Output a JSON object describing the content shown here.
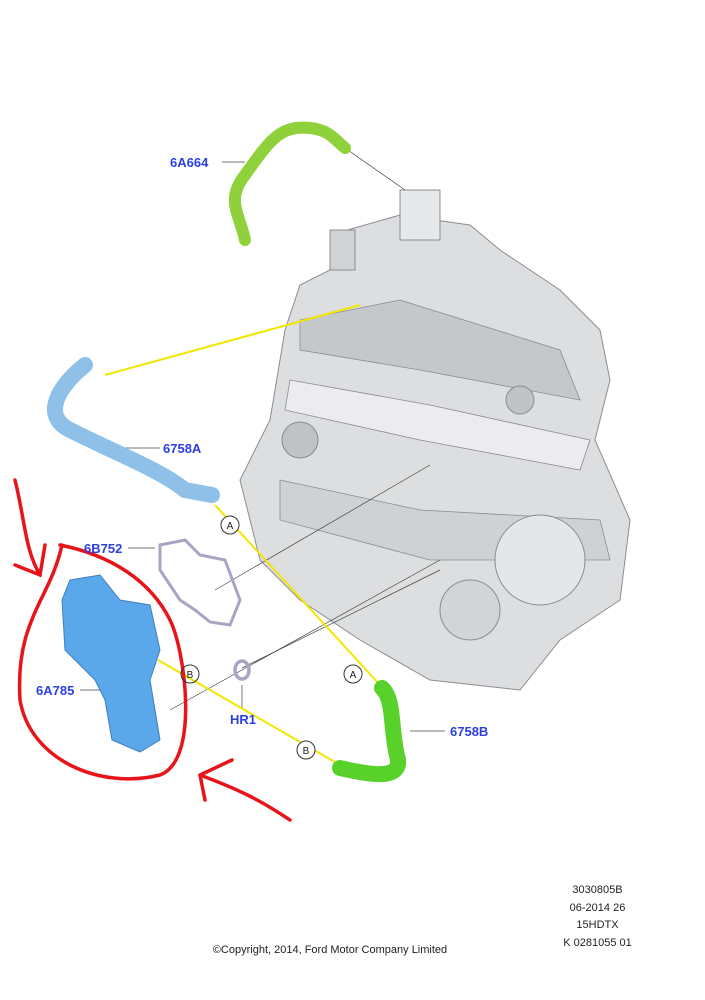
{
  "diagram": {
    "parts": [
      {
        "code": "6A664",
        "color": "#8fd13a"
      },
      {
        "code": "6758A",
        "color": "#8fc1e8"
      },
      {
        "code": "6B752",
        "color": "#a9a3c4"
      },
      {
        "code": "6A785",
        "color": "#5aa7ea"
      },
      {
        "code": "HR1",
        "color": "#a9a3c4"
      },
      {
        "code": "6758B",
        "color": "#58d12a"
      }
    ],
    "connection_markers": [
      "A",
      "A",
      "B",
      "B"
    ],
    "label_color": "#2b3fe0",
    "annotation_color": "#e8141a",
    "connector_line_color": "#f3e600"
  },
  "footer": {
    "codes": [
      "3030805B",
      "06-2014 26",
      "15HDTX",
      "K 0281055 01"
    ],
    "copyright": "©Copyright, 2014, Ford Motor Company Limited"
  }
}
